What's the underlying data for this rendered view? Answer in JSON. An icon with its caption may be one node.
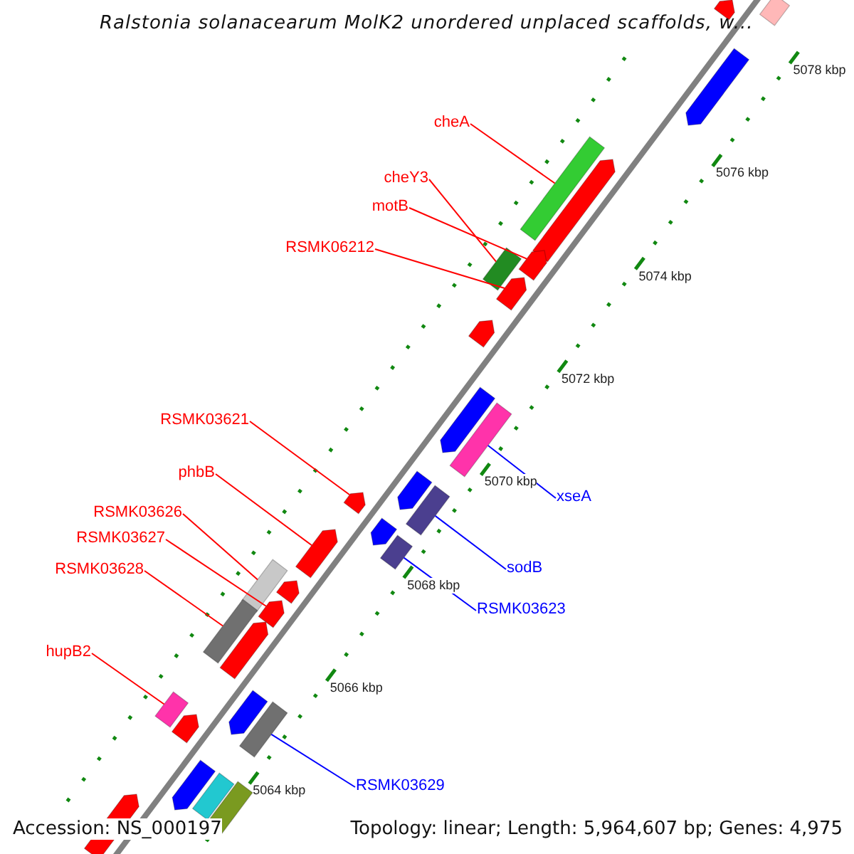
{
  "diagram": {
    "title": "Ralstonia solanacearum MolK2 unordered unplaced scaffolds, w...",
    "nodes": [
      {
        "text": [
          "cheA"
        ]
      },
      {
        "text": [
          "cheY3"
        ]
      },
      {
        "text": [
          "motB"
        ]
      },
      {
        "text": [
          "RSMK06212"
        ]
      },
      {
        "text": [
          "RSMK03621"
        ]
      },
      {
        "text": [
          "phbB"
        ]
      },
      {
        "text": [
          "xseA"
        ]
      },
      {
        "text": [
          "RSMK03626"
        ]
      },
      {
        "text": [
          "RSMK03627"
        ]
      },
      {
        "text": [
          "sodB"
        ]
      },
      {
        "text": [
          "RSMK03628"
        ]
      },
      {
        "text": [
          "RSMK03623"
        ]
      },
      {
        "text": [
          "hupB2"
        ]
      },
      {
        "text": [
          "RSMK03629"
        ]
      },
      {
        "text": [],
        "shape": "arrow"
      },
      {
        "text": [],
        "shape": "bar"
      },
      {
        "text": [],
        "shape": "arrow"
      },
      {
        "text": [],
        "shape": "bar"
      },
      {
        "text": [],
        "shape": "arrow"
      },
      {
        "text": [],
        "shape": "arrow"
      },
      {
        "text": [],
        "shape": "bar"
      },
      {
        "text": [],
        "shape": "arrow"
      },
      {
        "text": [],
        "shape": "arrow"
      },
      {
        "text": [],
        "shape": "arrow"
      },
      {
        "text": [],
        "shape": "bar"
      },
      {
        "text": [],
        "shape": "arrow"
      },
      {
        "text": [],
        "shape": "bar"
      },
      {
        "text": [],
        "shape": "arrow"
      },
      {
        "text": [],
        "shape": "arrow"
      },
      {
        "text": [],
        "shape": "arrow"
      },
      {
        "text": [],
        "shape": "bar"
      },
      {
        "text": [],
        "shape": "bar"
      },
      {
        "text": [],
        "shape": "arrow"
      },
      {
        "text": [],
        "shape": "arrow"
      },
      {
        "text": [],
        "shape": "bar"
      },
      {
        "text": [],
        "shape": "arrow"
      },
      {
        "text": [],
        "shape": "arrow"
      },
      {
        "text": [],
        "shape": "bar"
      },
      {
        "text": [],
        "shape": "bar"
      },
      {
        "text": [],
        "shape": "arrow"
      },
      {
        "text": [],
        "shape": "arrow"
      },
      {
        "text": [],
        "shape": "bar"
      },
      {
        "text": [],
        "shape": "bar"
      },
      {
        "text": [],
        "shape": "arrow"
      }
    ],
    "edges": [
      {
        "from": 0,
        "to": 17,
        "arrow": "none"
      },
      {
        "from": 1,
        "to": 20,
        "arrow": "none"
      },
      {
        "from": 2,
        "to": 19,
        "arrow": "none"
      },
      {
        "from": 3,
        "to": 21,
        "arrow": "none"
      },
      {
        "from": 4,
        "to": 27,
        "arrow": "none"
      },
      {
        "from": 5,
        "to": 29,
        "arrow": "none"
      },
      {
        "from": 6,
        "to": 24,
        "arrow": "none",
        "color": "#0000ff"
      },
      {
        "from": 7,
        "to": 31,
        "arrow": "none"
      },
      {
        "from": 8,
        "to": 33,
        "arrow": "none"
      },
      {
        "from": 9,
        "to": 26,
        "arrow": "none",
        "color": "#0000ff"
      },
      {
        "from": 10,
        "to": 34,
        "arrow": "none"
      },
      {
        "from": 11,
        "to": 30,
        "arrow": "none",
        "color": "#0000ff"
      },
      {
        "from": 12,
        "to": 37,
        "arrow": "none"
      },
      {
        "from": 13,
        "to": 38,
        "arrow": "none",
        "color": "#0000ff"
      }
    ],
    "labels": [
      "5078 kbp",
      "5076 kbp",
      "5074 kbp",
      "5072 kbp",
      "5070 kbp",
      "5068 kbp",
      "5066 kbp",
      "5064 kbp",
      "Accession: NS_000197",
      "Topology: linear; Length: 5,964,607 bp; Genes: 4,975"
    ]
  }
}
